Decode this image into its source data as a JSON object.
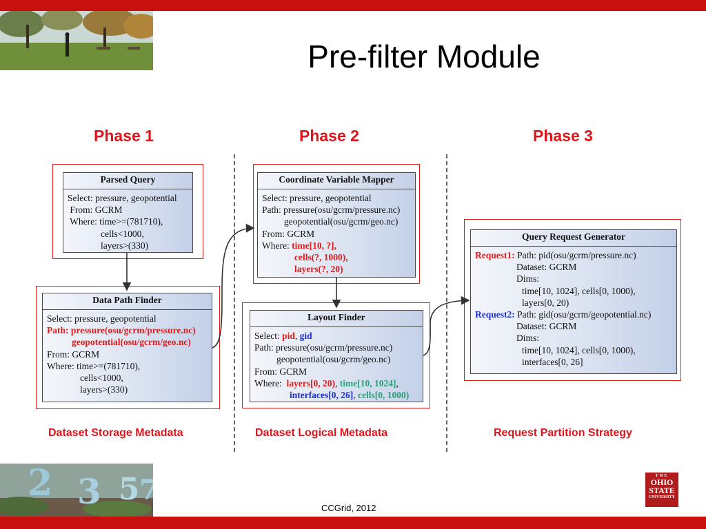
{
  "slide": {
    "title": "Pre-filter Module",
    "footer": "CCGrid, 2012",
    "logo": {
      "line1": "THE",
      "line2": "OHIO",
      "line3": "STATE",
      "line4": "UNIVERSITY"
    }
  },
  "phases": [
    "Phase 1",
    "Phase 2",
    "Phase 3"
  ],
  "captions": [
    "Dataset Storage Metadata",
    "Dataset Logical Metadata",
    "Request Partition Strategy"
  ],
  "parsed_query": {
    "title": "Parsed Query",
    "lines": [
      "Select: pressure, geopotential",
      " From: GCRM",
      " Where: time>=(781710),",
      "cells<1000,",
      "layers>(330)"
    ]
  },
  "data_path_finder": {
    "title": "Data Path Finder",
    "select": "Select: pressure, geopotential",
    "path1": "Path: pressure(osu/gcrm/pressure.nc)",
    "path2": "geopotential(osu/gcrm/geo.nc)",
    "from": "From: GCRM",
    "where": "Where: time>=(781710),",
    "cells": "cells<1000,",
    "layers": "layers>(330)"
  },
  "coord_mapper": {
    "title": "Coordinate Variable Mapper",
    "select": "Select: pressure, geopotential",
    "path1": "Path: pressure(osu/gcrm/pressure.nc)",
    "path2": "geopotential(osu/gcrm/geo.nc)",
    "from": "From: GCRM",
    "where_label": "Where:",
    "w1": "time[10, ?],",
    "w2": "cells(?, 1000),",
    "w3": "layers(?, 20)"
  },
  "layout_finder": {
    "title": "Layout Finder",
    "select_label": "Select:",
    "select_pid": "pid",
    "sep": ",",
    "select_gid": "gid",
    "path1": "Path: pressure(osu/gcrm/pressure.nc)",
    "path2": "geopotential(osu/gcrm/geo.nc)",
    "from": "From: GCRM",
    "where_label": "Where:",
    "layers": "layers[0, 20)",
    "time": "time[10, 1024]",
    "interfaces": "interfaces[0, 26]",
    "cells": "cells[0, 1000)"
  },
  "query_generator": {
    "title": "Query Request Generator",
    "req1_label": "Request1:",
    "req1_path": " Path: pid(osu/gcrm/pressure.nc)",
    "req1_dataset": "Dataset: GCRM",
    "req1_dims": "Dims:",
    "req1_d1": "time[10, 1024], cells[0, 1000),",
    "req1_d2": "layers[0, 20)",
    "req2_label": "Request2:",
    "req2_path": " Path: gid(osu/gcrm/geopotential.nc)",
    "req2_dataset": "Dataset: GCRM",
    "req2_dims": "Dims:",
    "req2_d1": "time[10, 1024], cells[0, 1000),",
    "req2_d2": "interfaces[0, 26]"
  },
  "colors": {
    "brand_red": "#c8100e",
    "heading_red": "#e0141a",
    "highlight_blue": "#1f2fd8",
    "highlight_green": "#2aa07a"
  }
}
